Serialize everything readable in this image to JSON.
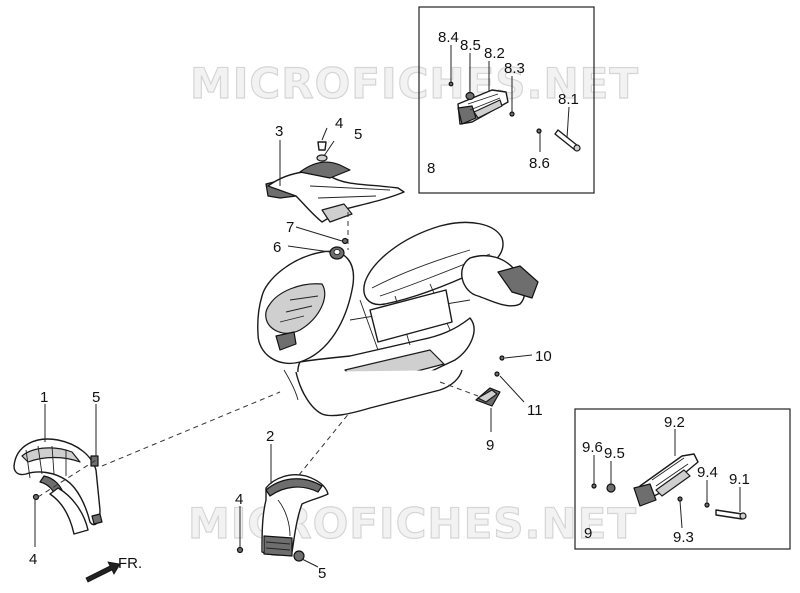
{
  "watermark": "MICROFICHES.NET",
  "front_arrow_label": "FR.",
  "callouts": {
    "c1": "1",
    "c2": "2",
    "c3": "3",
    "c4a": "4",
    "c4b": "4",
    "c4c": "4",
    "c5a": "5",
    "c5b": "5",
    "c5c": "5",
    "c6": "6",
    "c7": "7",
    "c8": "8",
    "c81": "8.1",
    "c82": "8.2",
    "c83": "8.3",
    "c84": "8.4",
    "c85": "8.5",
    "c86": "8.6",
    "c9a": "9",
    "c9b": "9",
    "c91": "9.1",
    "c92": "9.2",
    "c93": "9.3",
    "c94": "9.4",
    "c95": "9.5",
    "c96": "9.6",
    "c10": "10",
    "c11": "11"
  }
}
